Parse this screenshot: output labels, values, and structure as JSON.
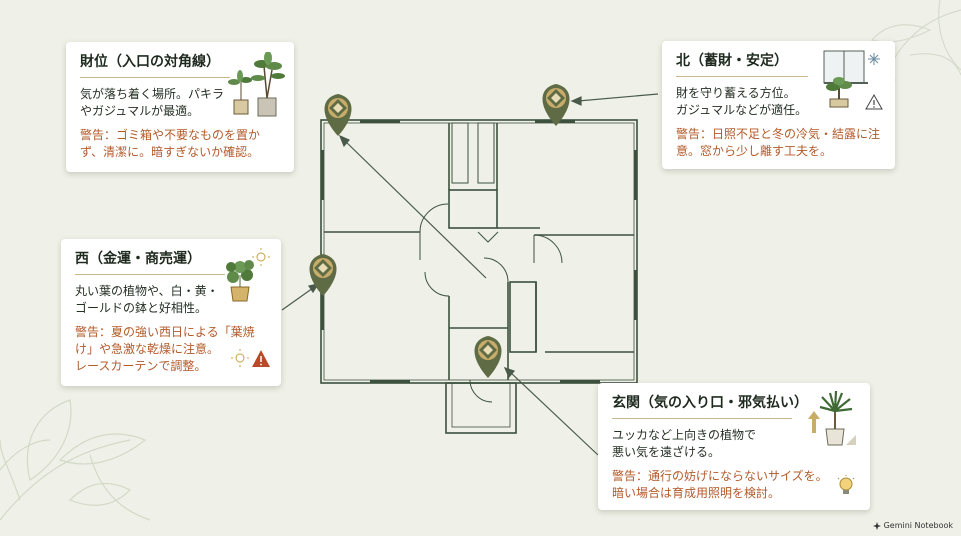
{
  "cards": {
    "wealth": {
      "title": "財位（入口の対角線）",
      "body": "気が落ち着く場所。パキラ\nやガジュマルが最適。",
      "warning": "警告：ゴミ箱や不要なものを置かず、清潔に。暗すぎないか確認。"
    },
    "north": {
      "title": "北（蓄財・安定）",
      "body": "財を守り蓄える方位。\nガジュマルなどが適任。",
      "warning": "警告：日照不足と冬の冷気・結露に注意。窓から少し離す工夫を。"
    },
    "west": {
      "title": "西（金運・商売運）",
      "body": "丸い葉の植物や、白・黄・\nゴールドの鉢と好相性。",
      "warning": "警告：夏の強い西日による「葉焼け」や急激な乾燥に注意。\nレースカーテンで調整。"
    },
    "entrance": {
      "title": "玄関（気の入り口・邪気払い）",
      "body": "ユッカなど上向きの植物で\n悪い気を遠ざける。",
      "warning": "警告：通行の妨げにならないサイズを。\n暗い場合は育成用照明を検討。"
    }
  },
  "brand": {
    "label": "Gemini Notebook"
  },
  "colors": {
    "background": "#eff0e7",
    "wall": "#3d513f",
    "pin_outer": "#5f6b45",
    "pin_gold": "#c8ad6a",
    "warning_text": "#b35a2a",
    "accent_rule": "#c9b88a"
  },
  "icons": [
    "map-pin-icon",
    "money-tree-plant-icon",
    "window-icon",
    "snowflake-icon",
    "bonsai-icon",
    "warning-icon",
    "sun-icon",
    "round-leaf-plant-icon",
    "yucca-plant-icon",
    "up-arrow-icon",
    "lightbulb-icon",
    "leaf-decoration-icon"
  ]
}
